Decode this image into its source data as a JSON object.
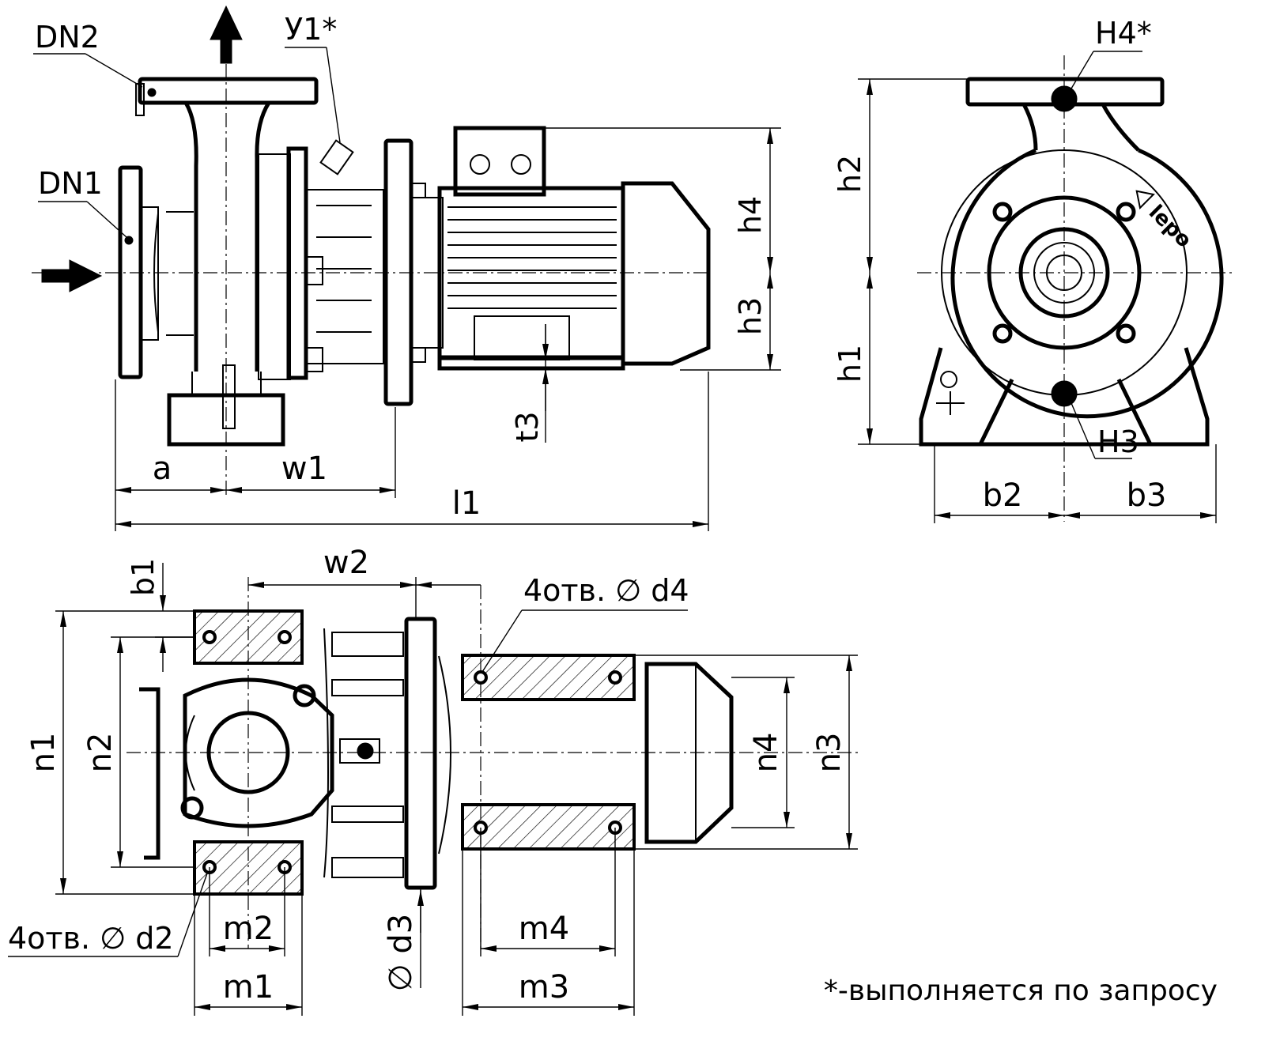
{
  "labels": {
    "dn2": "DN2",
    "dn1": "DN1",
    "y1": "У1*",
    "h4_star": "H4*",
    "h3_conn": "H3",
    "h2": "h2",
    "h1": "h1",
    "h4": "h4",
    "h3": "h3",
    "t3": "t3",
    "a": "a",
    "w1": "w1",
    "l1": "l1",
    "b2": "b2",
    "b3": "b3",
    "w2": "w2",
    "b1": "b1",
    "holes_d4": "4отв. ∅ d4",
    "holes_d2": "4отв. ∅ d2",
    "n1": "n1",
    "n2": "n2",
    "n3": "n3",
    "n4": "n4",
    "d3": "∅ d3",
    "m1": "m1",
    "m2": "m2",
    "m3": "m3",
    "m4": "m4",
    "brand": "lepo",
    "footnote": "*-выполняется по запросу"
  }
}
